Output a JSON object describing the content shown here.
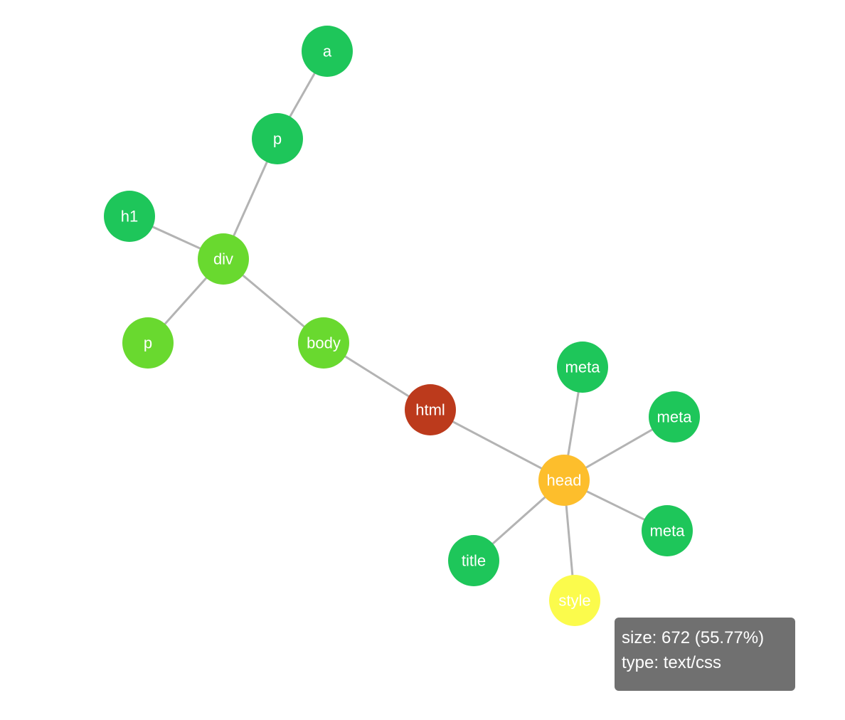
{
  "nodes": [
    {
      "id": "html",
      "label": "html",
      "color": "#bc3a1c"
    },
    {
      "id": "head",
      "label": "head",
      "color": "#fdbe2c"
    },
    {
      "id": "body",
      "label": "body",
      "color": "#69d92f"
    },
    {
      "id": "div",
      "label": "div",
      "color": "#69d92f"
    },
    {
      "id": "h1",
      "label": "h1",
      "color": "#1ec65a"
    },
    {
      "id": "p1",
      "label": "p",
      "color": "#1ec65a"
    },
    {
      "id": "a",
      "label": "a",
      "color": "#1ec65a"
    },
    {
      "id": "p2",
      "label": "p",
      "color": "#69d92f"
    },
    {
      "id": "meta1",
      "label": "meta",
      "color": "#1ec65a"
    },
    {
      "id": "meta2",
      "label": "meta",
      "color": "#1ec65a"
    },
    {
      "id": "meta3",
      "label": "meta",
      "color": "#1ec65a"
    },
    {
      "id": "title",
      "label": "title",
      "color": "#1ec65a"
    },
    {
      "id": "style",
      "label": "style",
      "color": "#fbfb4c"
    }
  ],
  "edges": [
    [
      "html",
      "head"
    ],
    [
      "html",
      "body"
    ],
    [
      "body",
      "div"
    ],
    [
      "div",
      "h1"
    ],
    [
      "div",
      "p1"
    ],
    [
      "p1",
      "a"
    ],
    [
      "div",
      "p2"
    ],
    [
      "head",
      "meta1"
    ],
    [
      "head",
      "meta2"
    ],
    [
      "head",
      "meta3"
    ],
    [
      "head",
      "title"
    ],
    [
      "head",
      "style"
    ]
  ],
  "tooltip": {
    "size_line": "size: 672 (55.77%)",
    "type_line": "type: text/css"
  }
}
